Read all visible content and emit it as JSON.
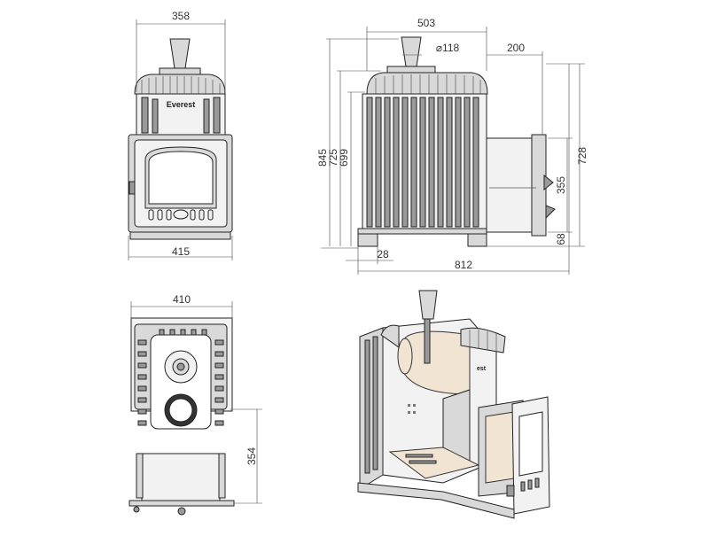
{
  "brand": "Everest",
  "front_view": {
    "width_top": "358",
    "width_bottom": "415"
  },
  "side_view": {
    "width_top": "503",
    "pipe_diameter": "⌀118",
    "offset": "200",
    "height_total": "845",
    "height_body": "725",
    "height_inner": "699",
    "leg_width": "28",
    "depth_total": "812",
    "height_right": "728",
    "tunnel_height": "355",
    "leg_height": "68"
  },
  "top_view": {
    "width": "410",
    "tunnel_length": "354"
  },
  "colors": {
    "line": "#222222",
    "fill_light": "#d9d9d9",
    "fill_dark": "#9a9a9a",
    "cutaway_interior": "#f1e4d2"
  }
}
